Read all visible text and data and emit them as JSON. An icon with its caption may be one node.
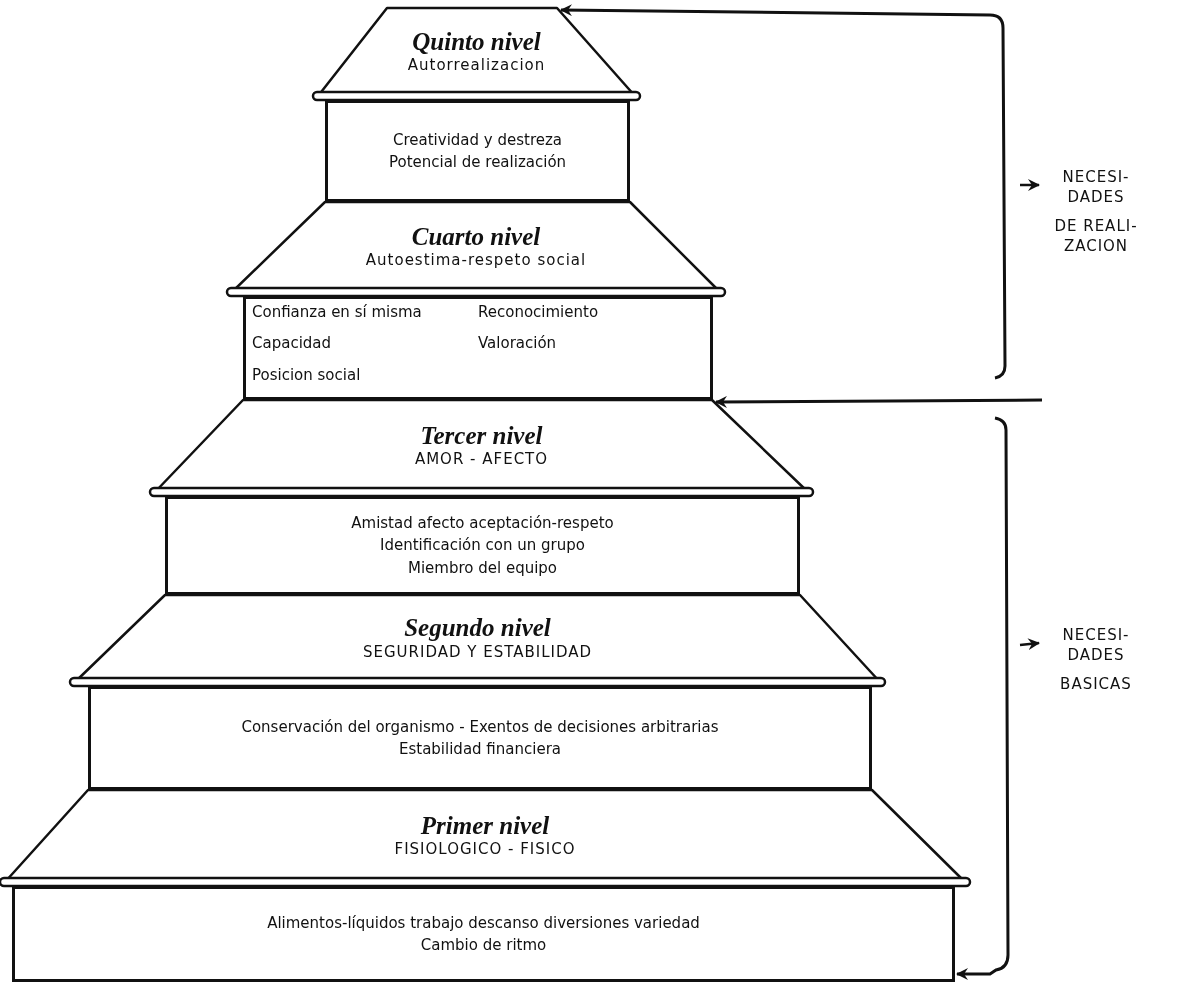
{
  "diagram": {
    "nodes": [
      {
        "text": [
          "Quinto nivel",
          "Autorrealizacion"
        ]
      },
      {
        "text": [
          "Creatividad y destreza",
          "Potencial de realización"
        ]
      },
      {
        "text": [
          "Cuarto nivel",
          "Autoestima-respeto social"
        ]
      },
      {
        "text": [
          "Confianza en sí misma",
          "Reconocimiento",
          "Capacidad",
          "Valoración",
          "Posicion social"
        ]
      },
      {
        "text": [
          "Tercer nivel",
          "AMOR - AFECTO"
        ]
      },
      {
        "text": [
          "Amistad afecto aceptación-respeto",
          "Identificación con un grupo",
          "Miembro del equipo"
        ]
      },
      {
        "text": [
          "Segundo nivel",
          "SEGURIDAD Y ESTABILIDAD"
        ]
      },
      {
        "text": [
          "Conservación del organismo - Exentos de decisiones arbitrarias",
          "Estabilidad financiera"
        ]
      },
      {
        "text": [
          "Primer nivel",
          "FISIOLOGICO - FISICO"
        ]
      },
      {
        "text": [
          "Alimentos-líquidos trabajo descanso diversiones variedad",
          "Cambio de ritmo"
        ]
      },
      {
        "text": [
          "NECESI- DADES",
          "DE REALI- ZACION"
        ]
      },
      {
        "text": [
          "NECESI- DADES",
          "BASICAS"
        ]
      }
    ],
    "edges": [
      {
        "from": null,
        "to": 0,
        "arrow": "to"
      },
      {
        "from": null,
        "to": 4,
        "arrow": "to"
      },
      {
        "from": null,
        "to": 9,
        "arrow": "to"
      },
      {
        "from": null,
        "to": 10,
        "arrow": "to"
      },
      {
        "from": null,
        "to": 11,
        "arrow": "to"
      }
    ]
  }
}
